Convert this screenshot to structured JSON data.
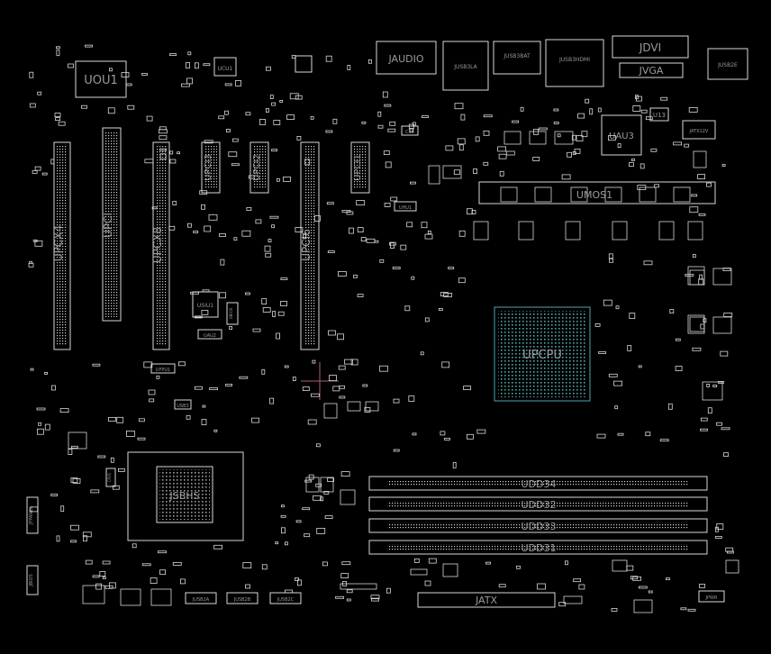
{
  "colors": {
    "background": "#000000",
    "outline": "#d8d8d8",
    "label": "#9a9a9a",
    "cpu_grid": "#4fa3a8",
    "marker": "#b06070"
  },
  "components": {
    "uou1": "UOU1",
    "ucu1": "UCU1",
    "jaudio": "JAUDIO",
    "jusb3_lan": "JUSB3LA",
    "jusb3_pair": "JUSB3BAT",
    "jusb_combo": "JUSB3HDMI",
    "jdvi": "JDVI",
    "jvga": "JVGA",
    "jusb_right": "JUSB2E",
    "u13": "U13",
    "uau3": "UAU3",
    "jatx12v": "JATX12V",
    "c35": "C35",
    "upcx4": "UPCX4",
    "upci": "UPCI",
    "upcx8": "UPCX8",
    "upci3": "UPCI3",
    "upci2": "UPCI2",
    "upci6": "UPCI6",
    "upci1": "UPCI1",
    "usiu1": "USIU1",
    "uhu1": "UHU1",
    "uau2": "UAU2",
    "umos": "UMOS1",
    "ucpu": "UPCPU",
    "ubios": "UBIOS",
    "ufpu1": "UFPU1",
    "usb3": "USB3",
    "usbhs": "JSBHS",
    "cpu1": "CPU1",
    "udd34": "UDD34",
    "udd32": "UDD32",
    "udd33": "UDD33",
    "udd31": "UDD31",
    "jatx": "JATX",
    "jpwr": "JPWR",
    "jusb_a": "JUSB2A",
    "jusb_b": "JUSB2B",
    "jusb_c": "JUSB2C",
    "jfpanel": "JFPANEL",
    "jbios": "JBIOS"
  }
}
